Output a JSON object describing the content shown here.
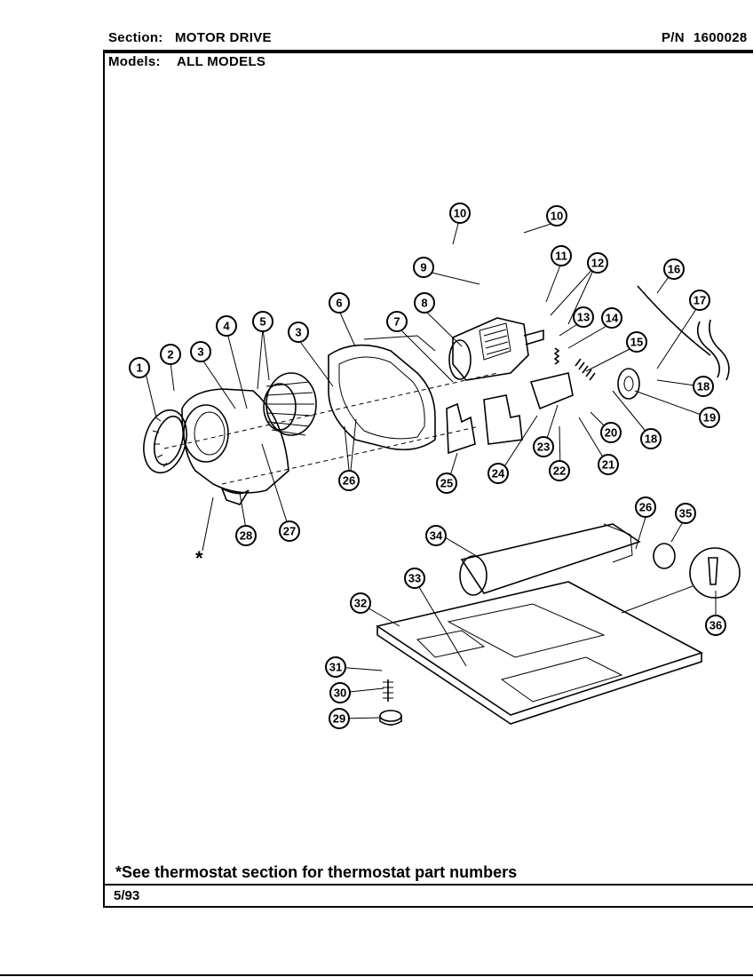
{
  "header": {
    "section_label": "Section:",
    "section_value": "MOTOR DRIVE",
    "pn_label": "P/N",
    "pn_value": "1600028",
    "models_label": "Models:",
    "models_value": "ALL MODELS"
  },
  "footnote": "*See thermostat section for thermostat part numbers",
  "asterisk": "*",
  "date": "5/93",
  "callouts": [
    "1",
    "2",
    "3",
    "4",
    "5",
    "3",
    "6",
    "7",
    "8",
    "9",
    "10",
    "10",
    "11",
    "12",
    "13",
    "14",
    "15",
    "16",
    "17",
    "18",
    "19",
    "20",
    "21",
    "22",
    "23",
    "24",
    "25",
    "26",
    "27",
    "28",
    "26",
    "35",
    "34",
    "33",
    "32",
    "31",
    "30",
    "29",
    "36",
    "18"
  ]
}
